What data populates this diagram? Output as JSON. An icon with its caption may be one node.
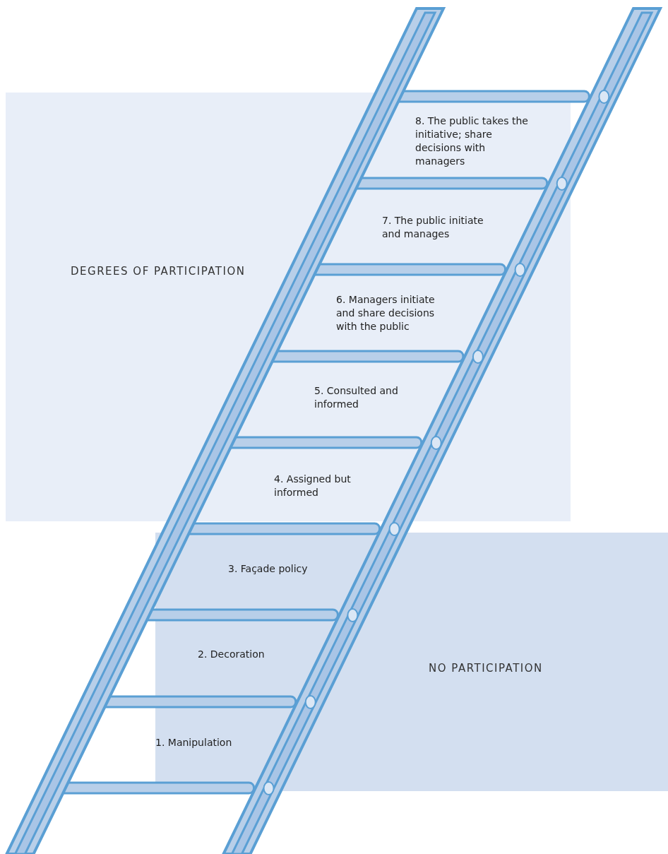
{
  "diagram": {
    "nodes": [
      {
        "text": [
          "DEGREES OF PARTICIPATION"
        ]
      },
      {
        "text": [
          "NO PARTICIPATION"
        ]
      }
    ],
    "labels": [
      "8. The public takes the initiative; share decisions with managers",
      "7. The public initiate and manages",
      "6. Managers initiate and share decisions with the public",
      "5. Consulted and informed",
      "4. Assigned but informed",
      "3. Façade policy",
      "2. Decoration",
      "1. Manipulation"
    ]
  }
}
